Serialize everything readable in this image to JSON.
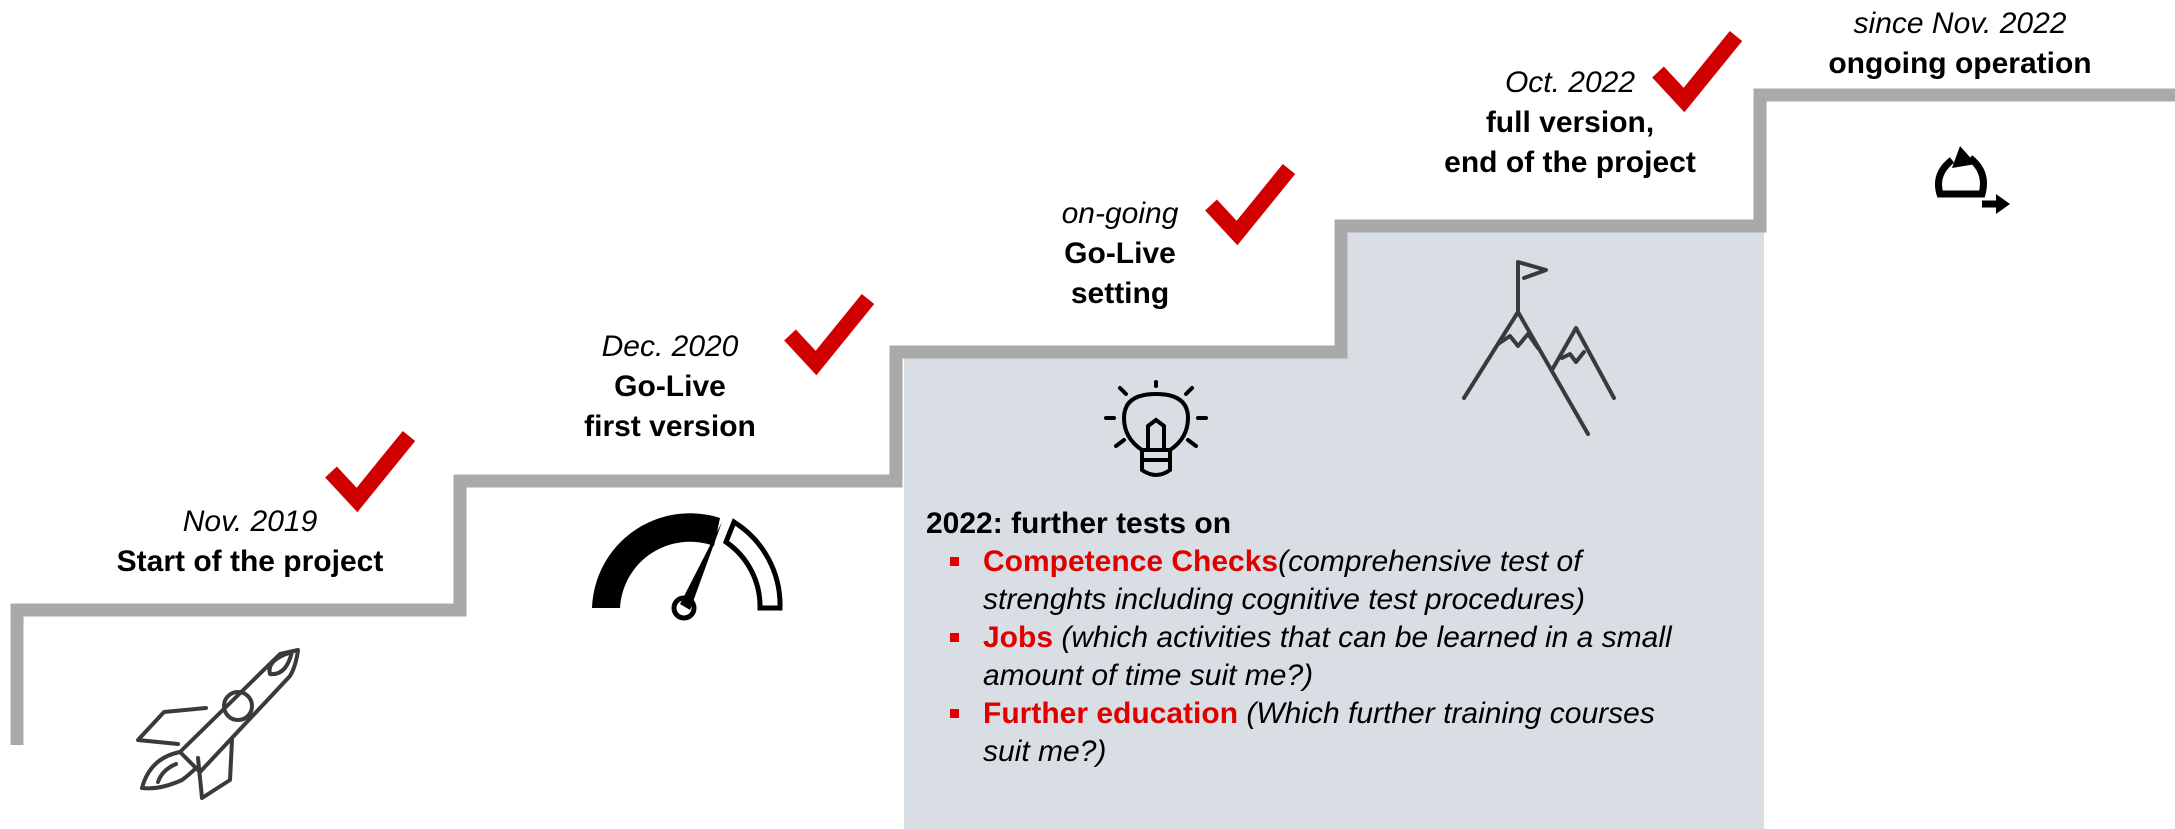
{
  "colors": {
    "stair": "#a9a9a9",
    "panel": "#d8dee3",
    "check": "#d10000",
    "accent_text": "#e10000",
    "icon": "#000000",
    "outline_icon": "#3a3a3a"
  },
  "milestones": [
    {
      "date": "Nov. 2019",
      "title_lines": [
        "Start of the project"
      ],
      "icon": "rocket-icon",
      "status": "done"
    },
    {
      "date": "Dec. 2020",
      "title_lines": [
        "Go-Live",
        "first version"
      ],
      "icon": "speedometer-icon",
      "status": "done"
    },
    {
      "date": "on-going",
      "title_lines": [
        "Go-Live",
        "setting"
      ],
      "icon": "lightbulb-icon",
      "status": "done"
    },
    {
      "date": "Oct. 2022",
      "title_lines": [
        "full version,",
        "end of the project"
      ],
      "icon": "mountain-flag-icon",
      "status": "done"
    },
    {
      "date": "since Nov. 2022",
      "title_lines": [
        "ongoing operation"
      ],
      "icon": "cycle-arrow-icon",
      "status": "ongoing"
    }
  ],
  "tests": {
    "heading": "2022: further tests on",
    "items": [
      {
        "label": "Competence Checks",
        "desc_lines": [
          "(comprehensive test of",
          "strenghts including cognitive test procedures)"
        ]
      },
      {
        "label": "Jobs",
        "desc_lines": [
          " (which activities that can be learned in a small",
          "amount of time suit me?)"
        ]
      },
      {
        "label": "Further education",
        "desc_lines": [
          " (Which further training courses",
          "suit me?)"
        ]
      }
    ]
  }
}
